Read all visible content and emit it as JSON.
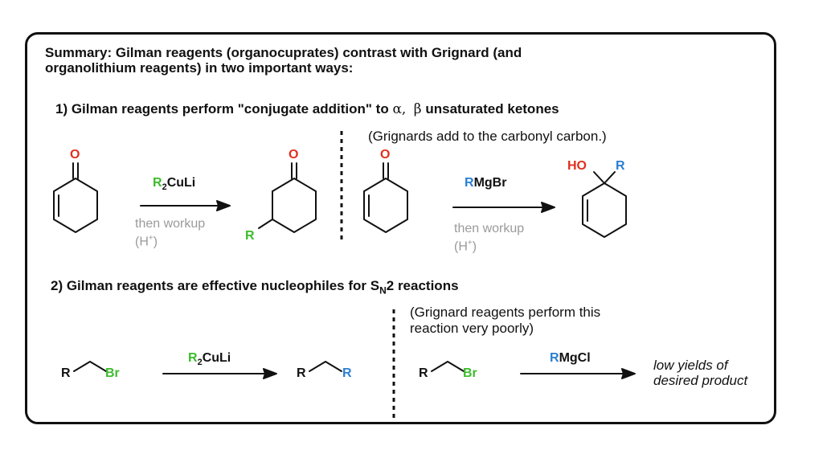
{
  "summary": {
    "line1": "Summary: Gilman reagents (organocuprates) contrast with Grignard (and",
    "line2": "organolithium reagents) in two important ways:"
  },
  "point1": {
    "prefix": "1) Gilman reagents perform \"conjugate addition\" to ",
    "alpha": "α,",
    "beta": "β",
    "suffix": " unsaturated ketones"
  },
  "grignard_note_1": "(Grignards add to the carbonyl carbon.)",
  "reaction1": {
    "reagent_R": "R",
    "reagent_sub": "2",
    "reagent_rest": "CuLi",
    "workup_line1": "then workup",
    "workup_line2_pre": "(H",
    "workup_sup": "+",
    "workup_line2_post": ")",
    "product_R": "R",
    "oxygen": "O"
  },
  "reaction2": {
    "reagent_R": "R",
    "reagent_rest": "MgBr",
    "workup_line1": "then workup",
    "workup_line2_pre": "(H",
    "workup_sup": "+",
    "workup_line2_post": ")",
    "product_HO": "HO",
    "product_R": "R",
    "oxygen": "O"
  },
  "point2": {
    "prefix": "2) Gilman reagents are effective nucleophiles for S",
    "sub": "N",
    "suffix": "2 reactions"
  },
  "grignard_note_2": {
    "line1": "(Grignard reagents perform this",
    "line2": "reaction very poorly)"
  },
  "reaction3": {
    "substrate_R": "R",
    "substrate_Br": "Br",
    "reagent_R": "R",
    "reagent_sub": "2",
    "reagent_rest": "CuLi",
    "product_R1": "R",
    "product_R2": "R"
  },
  "reaction4": {
    "substrate_R": "R",
    "substrate_Br": "Br",
    "reagent_R": "R",
    "reagent_rest": "MgCl",
    "result_line1": "low yields of",
    "result_line2": "desired product"
  }
}
